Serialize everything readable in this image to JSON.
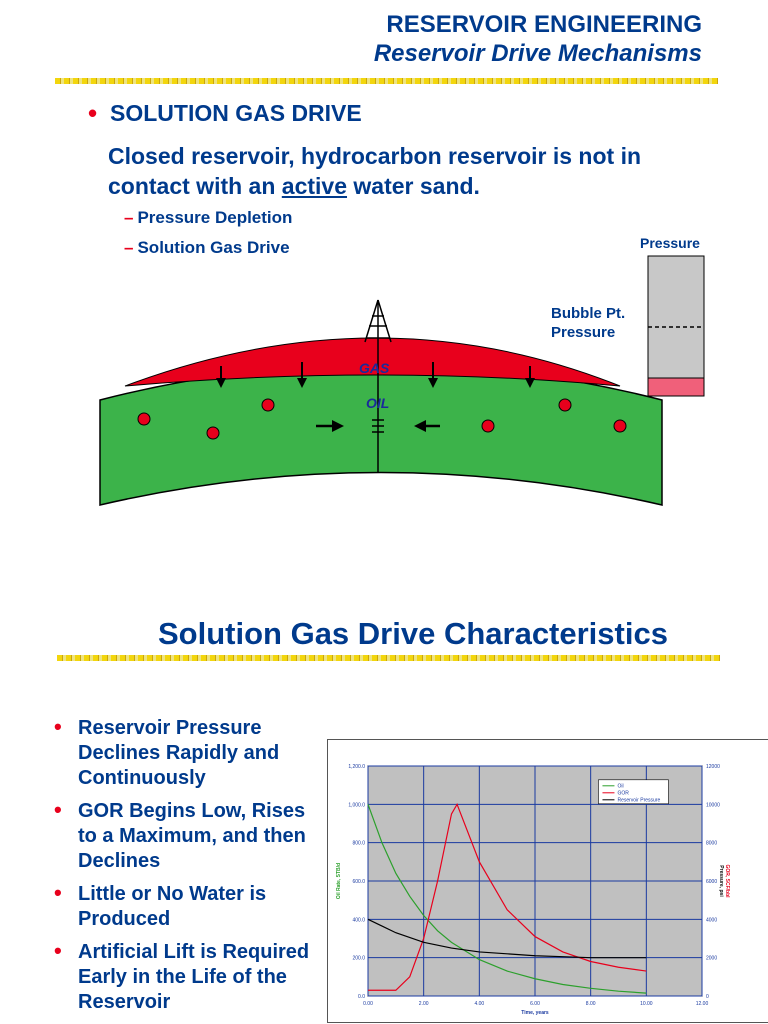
{
  "header": {
    "title": "RESERVOIR ENGINEERING",
    "subtitle": "Reservoir Drive Mechanisms"
  },
  "slide1": {
    "bullet": "SOLUTION GAS DRIVE",
    "para_before": "Closed reservoir, hydrocarbon reservoir is not in contact with an ",
    "para_underlined": "active",
    "para_after": " water sand.",
    "sub_items": [
      "Pressure Depletion",
      "Solution Gas Drive"
    ],
    "pressure_label": "Pressure",
    "bubble_label_1": "Bubble Pt.",
    "bubble_label_2": "Pressure",
    "gas_label": "GAS",
    "oil_label": "OIL",
    "colors": {
      "gas": "#e8001c",
      "oil": "#3cb34a",
      "bubble": "#e8001c",
      "pressure_fill": "#c8c8c8",
      "pressure_low": "#f0607a"
    }
  },
  "slide2": {
    "title": "Solution Gas Drive Characteristics",
    "items": [
      "Reservoir Pressure Declines Rapidly and Continuously",
      "GOR Begins Low, Rises to a Maximum, and then Declines",
      "Little or No Water is Produced",
      "Artificial Lift is Required Early in the Life of the Reservoir"
    ]
  },
  "chart_data": {
    "type": "line",
    "xlabel": "Time, years",
    "ylabel_left": "Oil Rate, STB/d",
    "ylabel_right_1": "GOR, SCF/bbl",
    "ylabel_right_2": "Pressure, psi",
    "xlim": [
      0,
      12
    ],
    "ylim_left": [
      0,
      1200
    ],
    "ylim_right": [
      0,
      12000
    ],
    "x_ticks": [
      "0.00",
      "2.00",
      "4.00",
      "6.00",
      "8.00",
      "10.00",
      "12.00"
    ],
    "y_left_ticks": [
      "0.0",
      "200.0",
      "400.0",
      "600.0",
      "800.0",
      "1,000.0",
      "1,200.0"
    ],
    "y_right_ticks": [
      "0",
      "2000",
      "4000",
      "6000",
      "8000",
      "10000",
      "12000"
    ],
    "legend": [
      "Oil",
      "GOR",
      "Reservoir Pressure"
    ],
    "grid": true,
    "series": [
      {
        "name": "Oil",
        "axis": "left",
        "color": "#2ca02c",
        "x": [
          0,
          0.5,
          1,
          1.5,
          2,
          2.5,
          3,
          4,
          5,
          6,
          7,
          8,
          9,
          10
        ],
        "values": [
          1000,
          800,
          640,
          520,
          420,
          340,
          280,
          190,
          130,
          90,
          60,
          40,
          25,
          15
        ]
      },
      {
        "name": "GOR",
        "axis": "right",
        "color": "#e8001c",
        "x": [
          0,
          1,
          1.5,
          2,
          2.5,
          3,
          3.2,
          4,
          5,
          6,
          7,
          8,
          9,
          10
        ],
        "values": [
          300,
          300,
          1000,
          3000,
          6000,
          9500,
          10000,
          7000,
          4500,
          3100,
          2300,
          1800,
          1500,
          1300
        ]
      },
      {
        "name": "Reservoir Pressure",
        "axis": "right",
        "color": "#000000",
        "x": [
          0,
          1,
          2,
          3,
          4,
          5,
          6,
          7,
          8,
          9,
          10
        ],
        "values": [
          4000,
          3300,
          2800,
          2500,
          2300,
          2200,
          2100,
          2050,
          2000,
          2000,
          2000
        ]
      }
    ]
  }
}
